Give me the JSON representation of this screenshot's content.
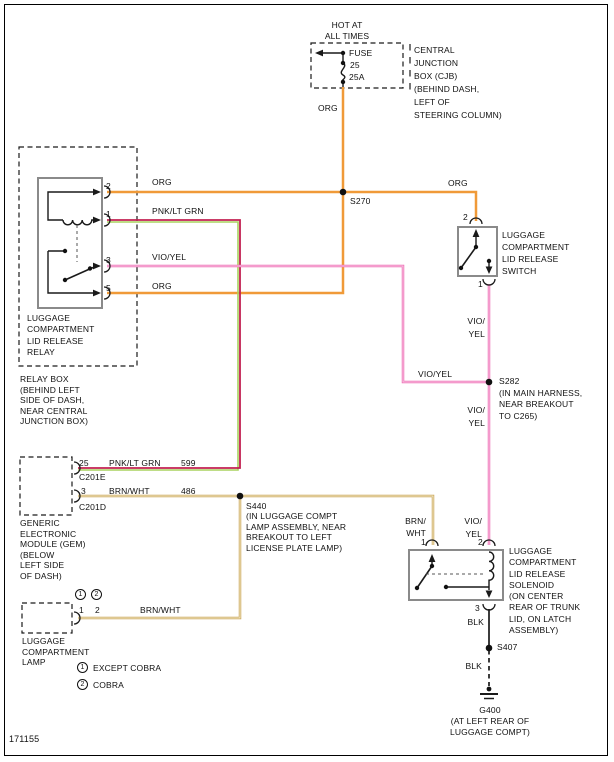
{
  "colors": {
    "org": "#F09A38",
    "pnk": "#C22052",
    "lt_grn": "#A8D25E",
    "vio": "#EE6DB6",
    "yel": "#F9C6E2",
    "brn": "#C9A455",
    "wht": "#F3EACB",
    "blk": "#3C3C3C",
    "box_gray": "#8A8A8A"
  },
  "power": {
    "hot": "HOT AT\nALL TIMES",
    "fuse_name": "FUSE",
    "fuse_number": "25",
    "fuse_rating": "25A",
    "cjb": "CENTRAL\nJUNCTION\nBOX (CJB)\n(BEHIND DASH,\nLEFT OF\nSTEERING COLUMN)"
  },
  "relay": {
    "pin2": "2",
    "pin1": "1",
    "pin3": "3",
    "pin5": "5",
    "name": "LUGGAGE\nCOMPARTMENT\nLID RELEASE\nRELAY",
    "location": "RELAY BOX\n(BEHIND LEFT\nSIDE OF DASH,\nNEAR CENTRAL\nJUNCTION BOX)"
  },
  "switch": {
    "pin2": "2",
    "pin1": "1",
    "name": "LUGGAGE\nCOMPARTMENT\nLID RELEASE\nSWITCH"
  },
  "solenoid": {
    "pin1": "1",
    "pin2": "2",
    "pin3": "3",
    "name": "LUGGAGE\nCOMPARTMENT\nLID RELEASE\nSOLENOID\n(ON CENTER\nREAR OF TRUNK\nLID, ON LATCH\nASSEMBLY)"
  },
  "gem": {
    "pin25": "25",
    "wire25": "PNK/LT GRN",
    "circuit25": "599",
    "connector25": "C201E",
    "pin3": "3",
    "wire3": "BRN/WHT",
    "circuit3": "486",
    "connector3": "C201D",
    "name": "GENERIC\nELECTRONIC\nMODULE (GEM)\n(BELOW\nLEFT SIDE\nOF DASH)"
  },
  "lamp": {
    "note1": "1",
    "note2": "2",
    "pin1": "1",
    "pin2": "2",
    "wire": "BRN/WHT",
    "name": "LUGGAGE\nCOMPARTMENT\nLAMP"
  },
  "legend": {
    "n1": "1",
    "t1": "EXCEPT COBRA",
    "n2": "2",
    "t2": "COBRA"
  },
  "splices": {
    "s270": "S270",
    "s282": "S282",
    "s282_note": "(IN MAIN HARNESS,\nNEAR BREAKOUT\nTO C265)",
    "s440": "S440",
    "s440_note": "(IN LUGGAGE COMPT\nLAMP ASSEMBLY, NEAR\nBREAKOUT TO LEFT\nLICENSE PLATE LAMP)",
    "s407": "S407"
  },
  "ground": {
    "name": "G400",
    "note": "(AT LEFT REAR OF\nLUGGAGE COMPT)"
  },
  "wires": {
    "org": "ORG",
    "org_feed": "ORG",
    "org_switch": "ORG",
    "org_relay5": "ORG",
    "pnk_lt_grn": "PNK/LT GRN",
    "vio_yel": "VIO/YEL",
    "vio_yel_h": "VIO/YEL",
    "vio_yel_stack_a": "VIO/\nYEL",
    "vio_yel_stack_b": "VIO/\nYEL",
    "vio_yel_stack_c": "VIO/\nYEL",
    "brn_wht_stack": "BRN/\nWHT",
    "blk_a": "BLK",
    "blk_b": "BLK"
  },
  "footer": {
    "diagram_number": "171155"
  }
}
